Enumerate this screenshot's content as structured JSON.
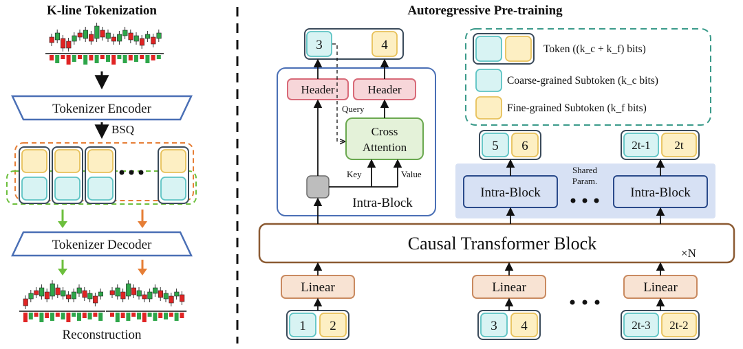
{
  "left": {
    "title": "K-line Tokenization",
    "encoder": "Tokenizer Encoder",
    "bsq": "BSQ",
    "decoder": "Tokenizer Decoder",
    "reconstruction": "Reconstruction"
  },
  "right": {
    "title": "Autoregressive Pre-training",
    "header": "Header",
    "query": "Query",
    "cross_attention": [
      "Cross",
      "Attention"
    ],
    "key": "Key",
    "value": "Value",
    "intra_block": "Intra-Block",
    "shared_param": [
      "Shared",
      "Param."
    ],
    "causal_block": "Causal Transformer Block",
    "times_n": "×N",
    "linear": "Linear",
    "out_tokens": [
      "3",
      "4",
      "5",
      "6",
      "2t-1",
      "2t"
    ],
    "in_tokens": [
      "1",
      "2",
      "3",
      "4",
      "2t-3",
      "2t-2"
    ]
  },
  "legend": {
    "token": "Token ((k_c + k_f) bits)",
    "coarse": "Coarse-grained Subtoken (k_c bits)",
    "fine": "Fine-grained Subtoken (k_f bits)"
  },
  "colors": {
    "coarse_fill": "#d8f3f3",
    "coarse_stroke": "#5cc3c3",
    "fine_fill": "#fdefc3",
    "fine_stroke": "#e7c15a",
    "header_fill": "#f7d6d9",
    "header_stroke": "#d86a78",
    "linear_fill": "#f8e3d3",
    "linear_stroke": "#c98a60",
    "attention_fill": "#e4f2d9",
    "attention_stroke": "#6aa84f",
    "panel_blue": "#4a6fb5",
    "shared_bg": "#d7e1f4",
    "causal_stroke": "#8b5a32",
    "legend_stroke": "#3a9a8a",
    "arrow_green": "#6cbf3c",
    "arrow_orange": "#e67e36",
    "candle_red": "#e02424",
    "candle_green": "#2ea64a"
  }
}
